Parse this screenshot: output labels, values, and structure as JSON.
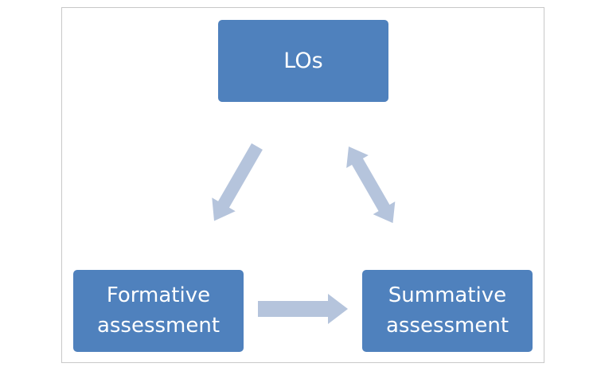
{
  "colors": {
    "node_fill": "#4f81bd",
    "arrow_fill": "#b5c4dc",
    "text": "#ffffff"
  },
  "nodes": {
    "los": {
      "label": "LOs"
    },
    "formative": {
      "line1": "Formative",
      "line2": "assessment"
    },
    "summative": {
      "line1": "Summative",
      "line2": "assessment"
    }
  },
  "edges": [
    {
      "from": "LOs",
      "to": "Formative assessment",
      "direction": "one-way"
    },
    {
      "from": "Formative assessment",
      "to": "Summative assessment",
      "direction": "one-way"
    },
    {
      "from": "Summative assessment",
      "to": "LOs",
      "direction": "two-way"
    }
  ]
}
